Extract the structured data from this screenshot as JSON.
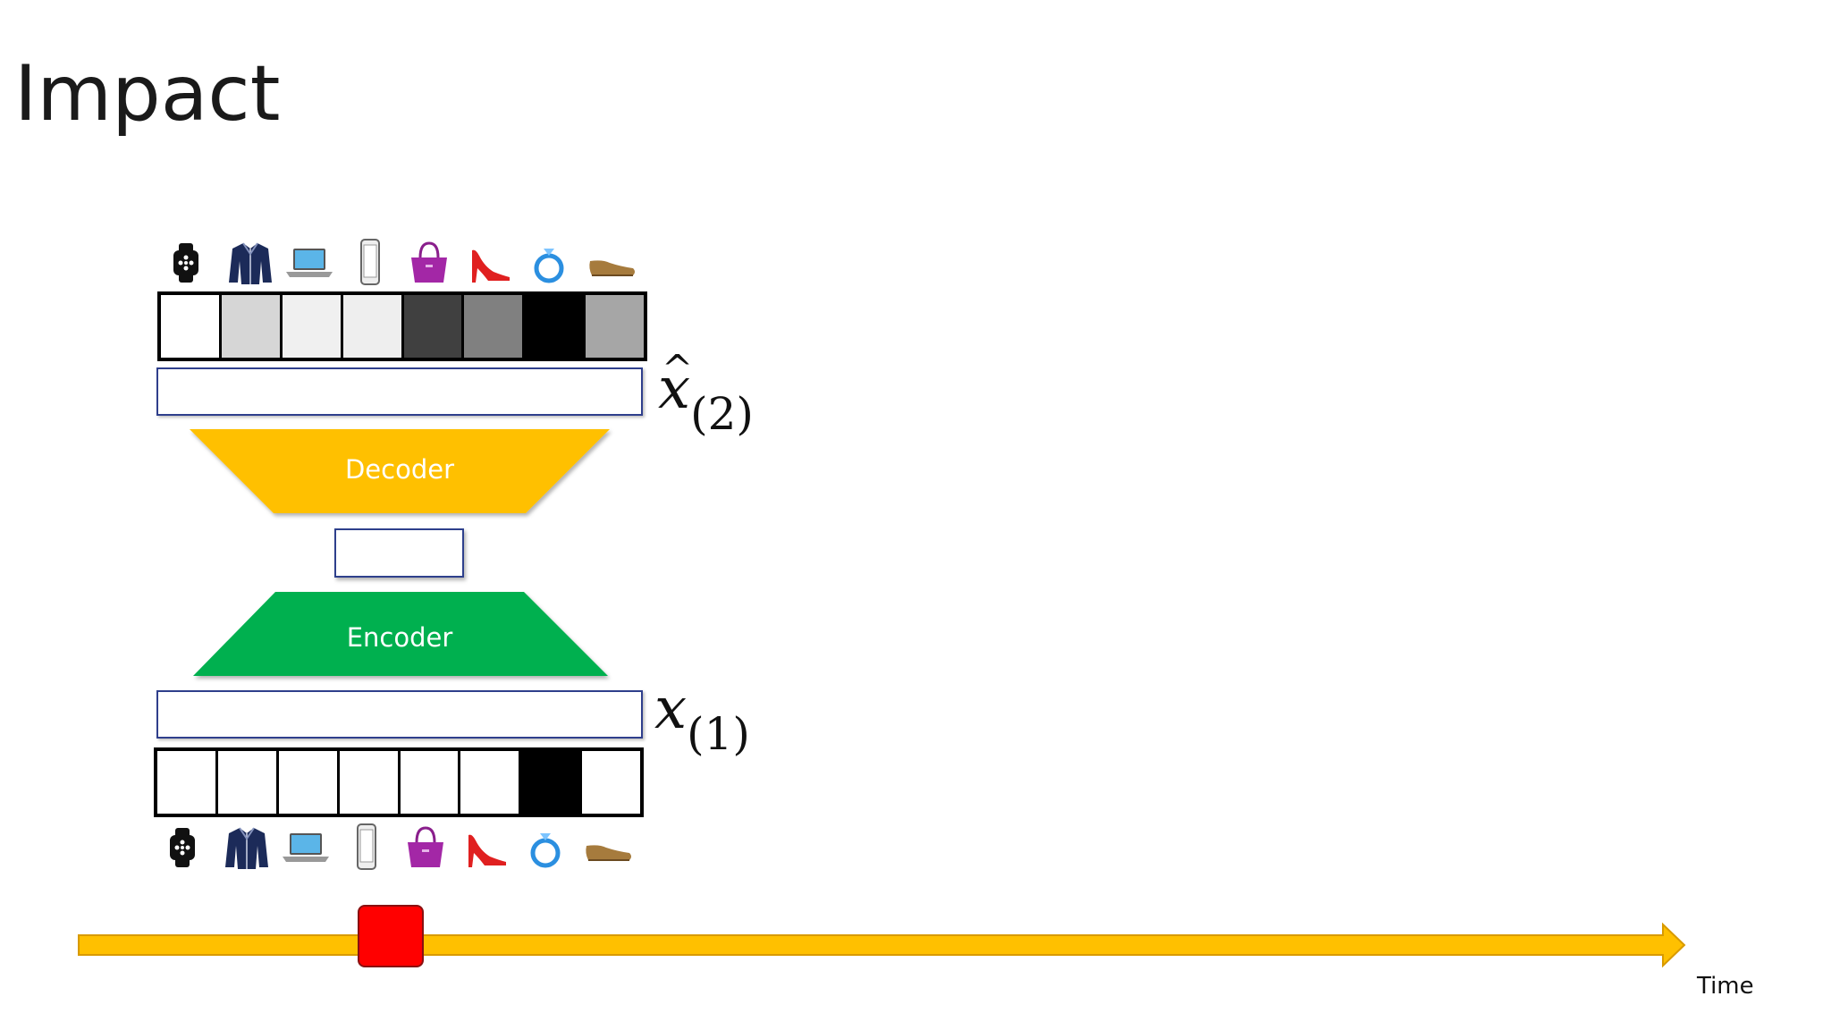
{
  "slide": {
    "title": "Impact"
  },
  "diagram": {
    "decoder_label": "Decoder",
    "encoder_label": "Encoder",
    "output_label": {
      "symbol": "x",
      "subscript": "(2)",
      "hat": "^"
    },
    "input_label": {
      "symbol": "x",
      "subscript": "(1)"
    },
    "colors": {
      "decoder": "#ffc000",
      "encoder": "#00b050",
      "timeline": "#ffc000",
      "timeline_stroke": "#d89a00",
      "marker": "#ff0000"
    },
    "items": [
      "smartwatch-icon",
      "jacket-icon",
      "laptop-icon",
      "phone-icon",
      "handbag-icon",
      "high-heel-icon",
      "ring-icon",
      "shoe-icon"
    ],
    "output_cells": [
      "#ffffff",
      "#d6d6d6",
      "#f0f0f0",
      "#eeeeee",
      "#404040",
      "#808080",
      "#000000",
      "#a6a6a6"
    ],
    "input_cells": [
      "#ffffff",
      "#ffffff",
      "#ffffff",
      "#ffffff",
      "#ffffff",
      "#ffffff",
      "#000000",
      "#ffffff"
    ]
  },
  "timeline": {
    "label": "Time"
  }
}
